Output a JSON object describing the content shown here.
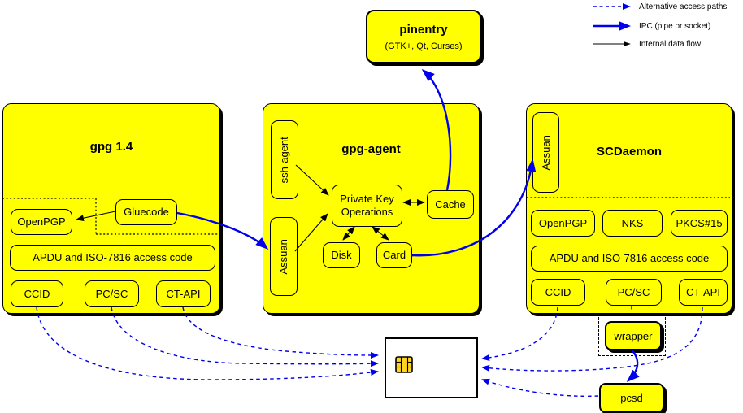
{
  "legend": {
    "items": [
      {
        "label": "Alternative access paths",
        "style": "dashed-blue"
      },
      {
        "label": "IPC (pipe or socket)",
        "style": "solid-blue-thick"
      },
      {
        "label": "Internal data flow",
        "style": "solid-black-thin"
      }
    ]
  },
  "pinentry": {
    "title": "pinentry",
    "subtitle": "(GTK+, Qt, Curses)"
  },
  "gpg14": {
    "title": "gpg 1.4",
    "openpgp": "OpenPGP",
    "gluecode": "Gluecode",
    "apdu": "APDU and ISO-7816 access code",
    "ccid": "CCID",
    "pcsc": "PC/SC",
    "ctapi": "CT-API"
  },
  "gpgagent": {
    "title": "gpg-agent",
    "ssh_agent": "ssh-agent",
    "assuan": "Assuan",
    "pko_line1": "Private Key",
    "pko_line2": "Operations",
    "cache": "Cache",
    "disk": "Disk",
    "card": "Card"
  },
  "scdaemon": {
    "title": "SCDaemon",
    "assuan": "Assuan",
    "openpgp": "OpenPGP",
    "nks": "NKS",
    "pkcs15": "PKCS#15",
    "apdu": "APDU and ISO-7816 access code",
    "ccid": "CCID",
    "pcsc": "PC/SC",
    "ctapi": "CT-API"
  },
  "wrapper": {
    "label": "wrapper"
  },
  "pcsd": {
    "label": "pcsd"
  },
  "colors": {
    "node_fill": "#ffff00",
    "line_blue": "#0000ee",
    "line_black": "#000000",
    "chip_gold": "#ffd520",
    "card_bg": "#ffffff"
  }
}
